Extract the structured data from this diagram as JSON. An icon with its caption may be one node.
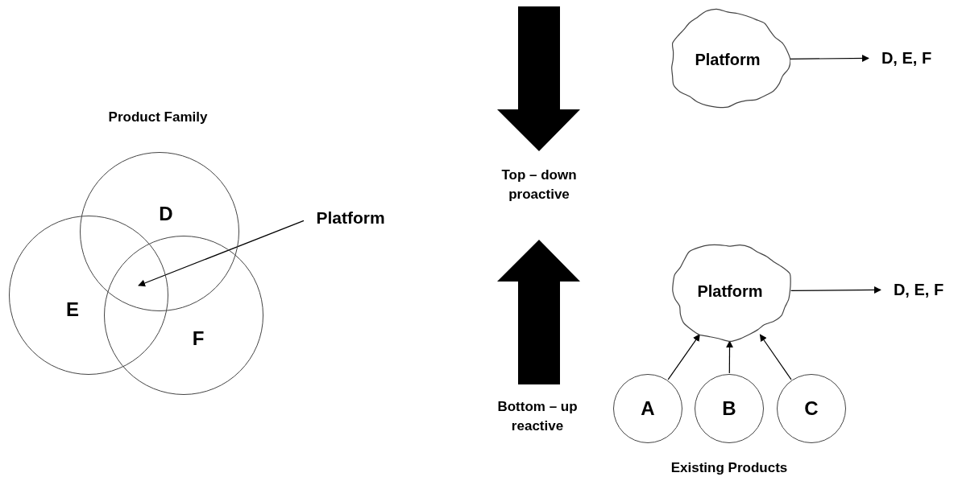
{
  "diagram": {
    "nodes": [
      {
        "text": [
          "D"
        ]
      },
      {
        "text": [
          "E"
        ]
      },
      {
        "text": [
          "F"
        ]
      },
      {
        "text": [
          "Platform"
        ]
      },
      {
        "text": [
          "Platform"
        ]
      },
      {
        "text": [
          "D, E, F"
        ]
      },
      {
        "text": [
          "Platform"
        ]
      },
      {
        "text": [
          "D, E, F"
        ]
      },
      {
        "text": [
          "A"
        ]
      },
      {
        "text": [
          "B"
        ]
      },
      {
        "text": [
          "C"
        ]
      }
    ],
    "edges": [
      {
        "from": 3,
        "to": 0,
        "arrow": "to"
      },
      {
        "from": 4,
        "to": 5,
        "arrow": "to"
      },
      {
        "from": 6,
        "to": 7,
        "arrow": "to"
      },
      {
        "from": 8,
        "to": 6,
        "arrow": "to"
      },
      {
        "from": 9,
        "to": 6,
        "arrow": "to"
      },
      {
        "from": 10,
        "to": 6,
        "arrow": "to"
      }
    ],
    "labels": [
      "Product Family",
      "Top – down proactive",
      "Bottom – up reactive",
      "Existing Products"
    ]
  }
}
